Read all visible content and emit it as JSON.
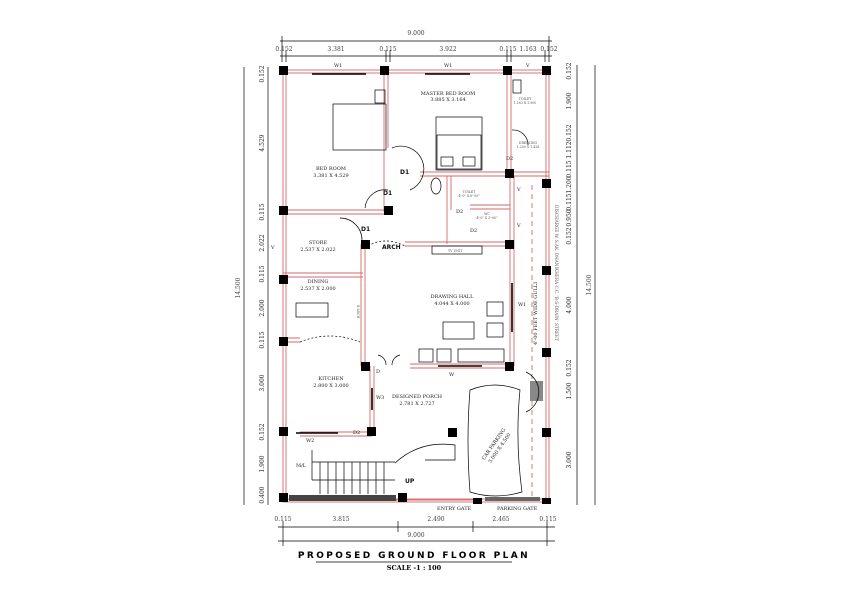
{
  "drawing": {
    "title": "PROPOSED  GROUND FLOOR PLAN",
    "scale": "SCALE -1 : 100",
    "wall_color": "#d46a6a"
  },
  "dimensions": {
    "top_overall": "9.000",
    "top": [
      "0.152",
      "3.381",
      "0.115",
      "3.922",
      "0.115",
      "1.163",
      "0.152"
    ],
    "bottom_overall": "9.000",
    "bottom": [
      "0.115",
      "3.815",
      "2.490",
      "2.465",
      "0.115"
    ],
    "left_overall": "14.500",
    "left": [
      "0.152",
      "4.529",
      "0.115",
      "2.022",
      "0.115",
      "2.000",
      "0.115",
      "3.000",
      "0.152",
      "1.900",
      "0.400"
    ],
    "right_overall": "14.500",
    "right": [
      "0.152",
      "1.900",
      "0.152",
      "1.112",
      "0.115",
      "1.200",
      "0.115",
      "0.950",
      "0.152",
      "4.000",
      "0.152",
      "1.500",
      "3.000"
    ]
  },
  "rooms": [
    {
      "name": "BED ROOM",
      "size": "3.381 X 4.529"
    },
    {
      "name": "MASTER BED ROOM",
      "size": "3.885 X 3.164"
    },
    {
      "name": "TOILET",
      "size": "1.163 X 1.900"
    },
    {
      "name": "DRESSING",
      "size": "1.200 X 1.426"
    },
    {
      "name": "STORE",
      "size": "2.537 X 2.022"
    },
    {
      "name": "DINING",
      "size": "2.537 X 2.000"
    },
    {
      "name": "DRAWING HALL",
      "size": "4.044 X 4.000"
    },
    {
      "name": "KITCHEN",
      "size": "2.800 X 3.000"
    },
    {
      "name": "DESIGNED PORCH",
      "size": "2.781 X 2.727"
    },
    {
      "name": "CAR PARKING",
      "size": "3.000 X 4.500"
    },
    {
      "name": "TOILET",
      "size": "4'-0\" X 6'-00\""
    },
    {
      "name": "WC",
      "size": "4'-0\" X 3'-00\""
    }
  ],
  "labels": {
    "w1": "W1",
    "w": "W",
    "w2": "W2",
    "w3": "W3",
    "v": "V",
    "d1": "D1",
    "d2": "D2",
    "d": "D",
    "arch": "ARCH",
    "b_arch": "B-ARCH",
    "tv_unit": "TV UNIT",
    "ml": "M/L",
    "up": "UP",
    "entry_gate": "ENTRY GATE",
    "parking_gate": "PARKING GATE",
    "gulli": "4'-00 FEET WIDE GULLI",
    "discharge": "DISCHARGE W. S.AK. DHANIKHERA C.C. 'B-S-DRAIN' STREET"
  }
}
